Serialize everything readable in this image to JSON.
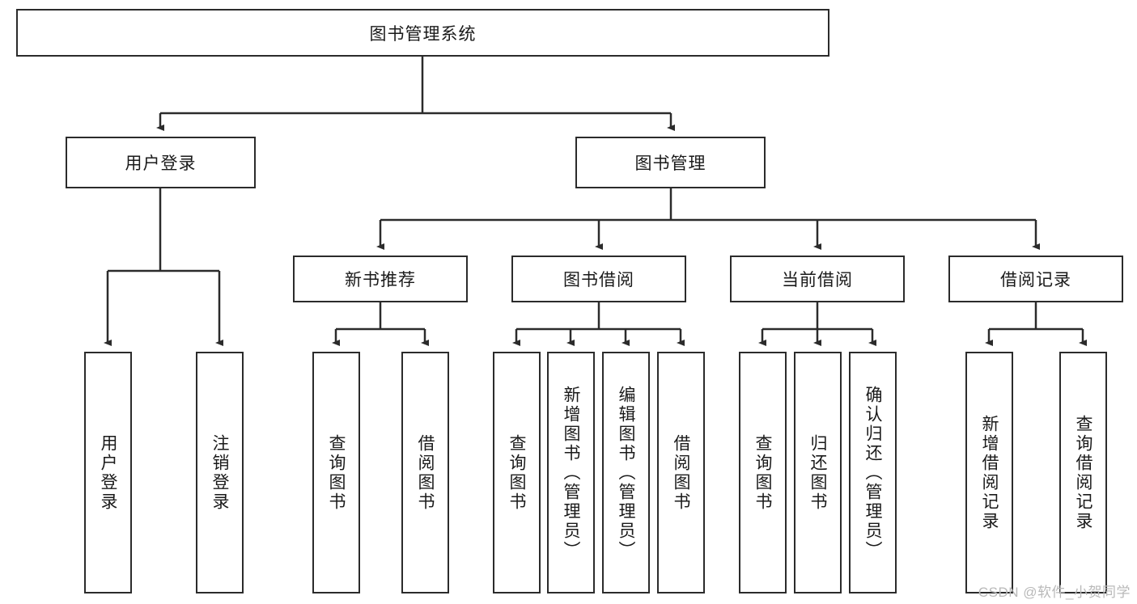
{
  "diagram": {
    "title": "图书管理系统",
    "watermark": "CSDN @软件_小贺同学",
    "colors": {
      "stroke": "#2b2b2b",
      "fill": "#ffffff",
      "text": "#1a1a1a",
      "watermark": "#b9b9b9"
    },
    "root": {
      "label": "图书管理系统"
    },
    "level1": [
      {
        "label": "用户登录"
      },
      {
        "label": "图书管理"
      }
    ],
    "level2": [
      {
        "label": "新书推荐"
      },
      {
        "label": "图书借阅"
      },
      {
        "label": "当前借阅"
      },
      {
        "label": "借阅记录"
      }
    ],
    "leaves": [
      {
        "label": "用户登录"
      },
      {
        "label": "注销登录"
      },
      {
        "label": "查询图书"
      },
      {
        "label": "借阅图书"
      },
      {
        "label": "查询图书"
      },
      {
        "label": "新增图书（管理员）"
      },
      {
        "label": "编辑图书（管理员）"
      },
      {
        "label": "借阅图书"
      },
      {
        "label": "查询图书"
      },
      {
        "label": "归还图书"
      },
      {
        "label": "确认归还（管理员）"
      },
      {
        "label": "新增借阅记录"
      },
      {
        "label": "查询借阅记录"
      }
    ]
  }
}
